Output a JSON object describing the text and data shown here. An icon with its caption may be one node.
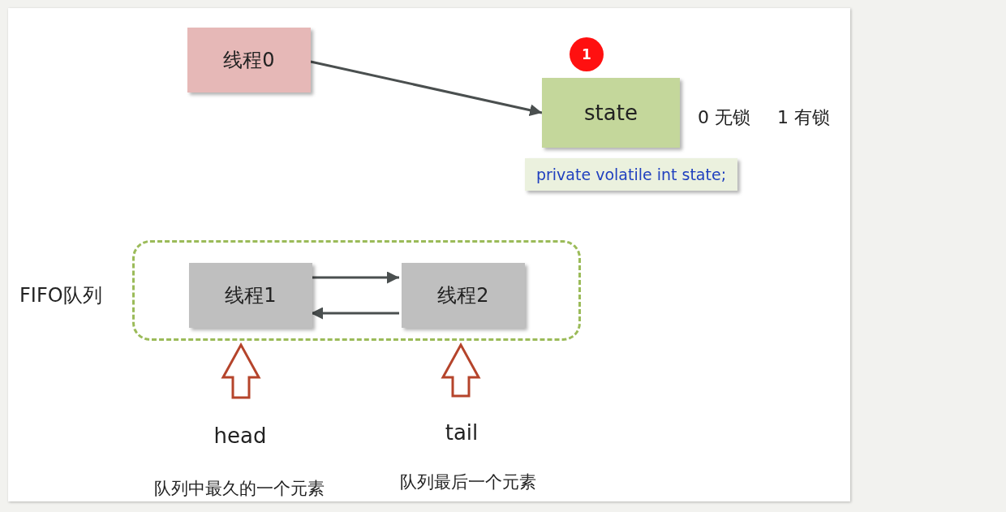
{
  "diagram": {
    "nodes": [
      {
        "text": [
          "线程0"
        ]
      },
      {
        "text": [
          "1"
        ]
      },
      {
        "text": [
          "state"
        ],
        "beside": [
          "0 无锁",
          "1 有锁"
        ]
      },
      {
        "text": [
          "private volatile int state;"
        ]
      },
      {
        "text": [],
        "shape": "box"
      },
      {
        "text": [
          "线程1"
        ],
        "in": 4
      },
      {
        "text": [
          "线程2"
        ],
        "in": 4
      },
      {
        "text": [
          "head"
        ],
        "beside": [
          "队列中最久的一个元素"
        ]
      },
      {
        "text": [
          "tail"
        ],
        "beside": [
          "队列最后一个元素"
        ]
      }
    ],
    "edges": [
      {
        "from": 0,
        "to": 2,
        "arrow": "to"
      },
      {
        "from": 5,
        "to": 6,
        "arrow": "to"
      },
      {
        "from": 6,
        "to": 5,
        "arrow": "to"
      },
      {
        "from": 7,
        "to": 5,
        "arrow": "to",
        "style": "thick",
        "color": "#b5442b"
      },
      {
        "from": 8,
        "to": 6,
        "arrow": "to",
        "style": "thick",
        "color": "#b5442b"
      }
    ],
    "labels": [
      "FIFO队列"
    ]
  }
}
